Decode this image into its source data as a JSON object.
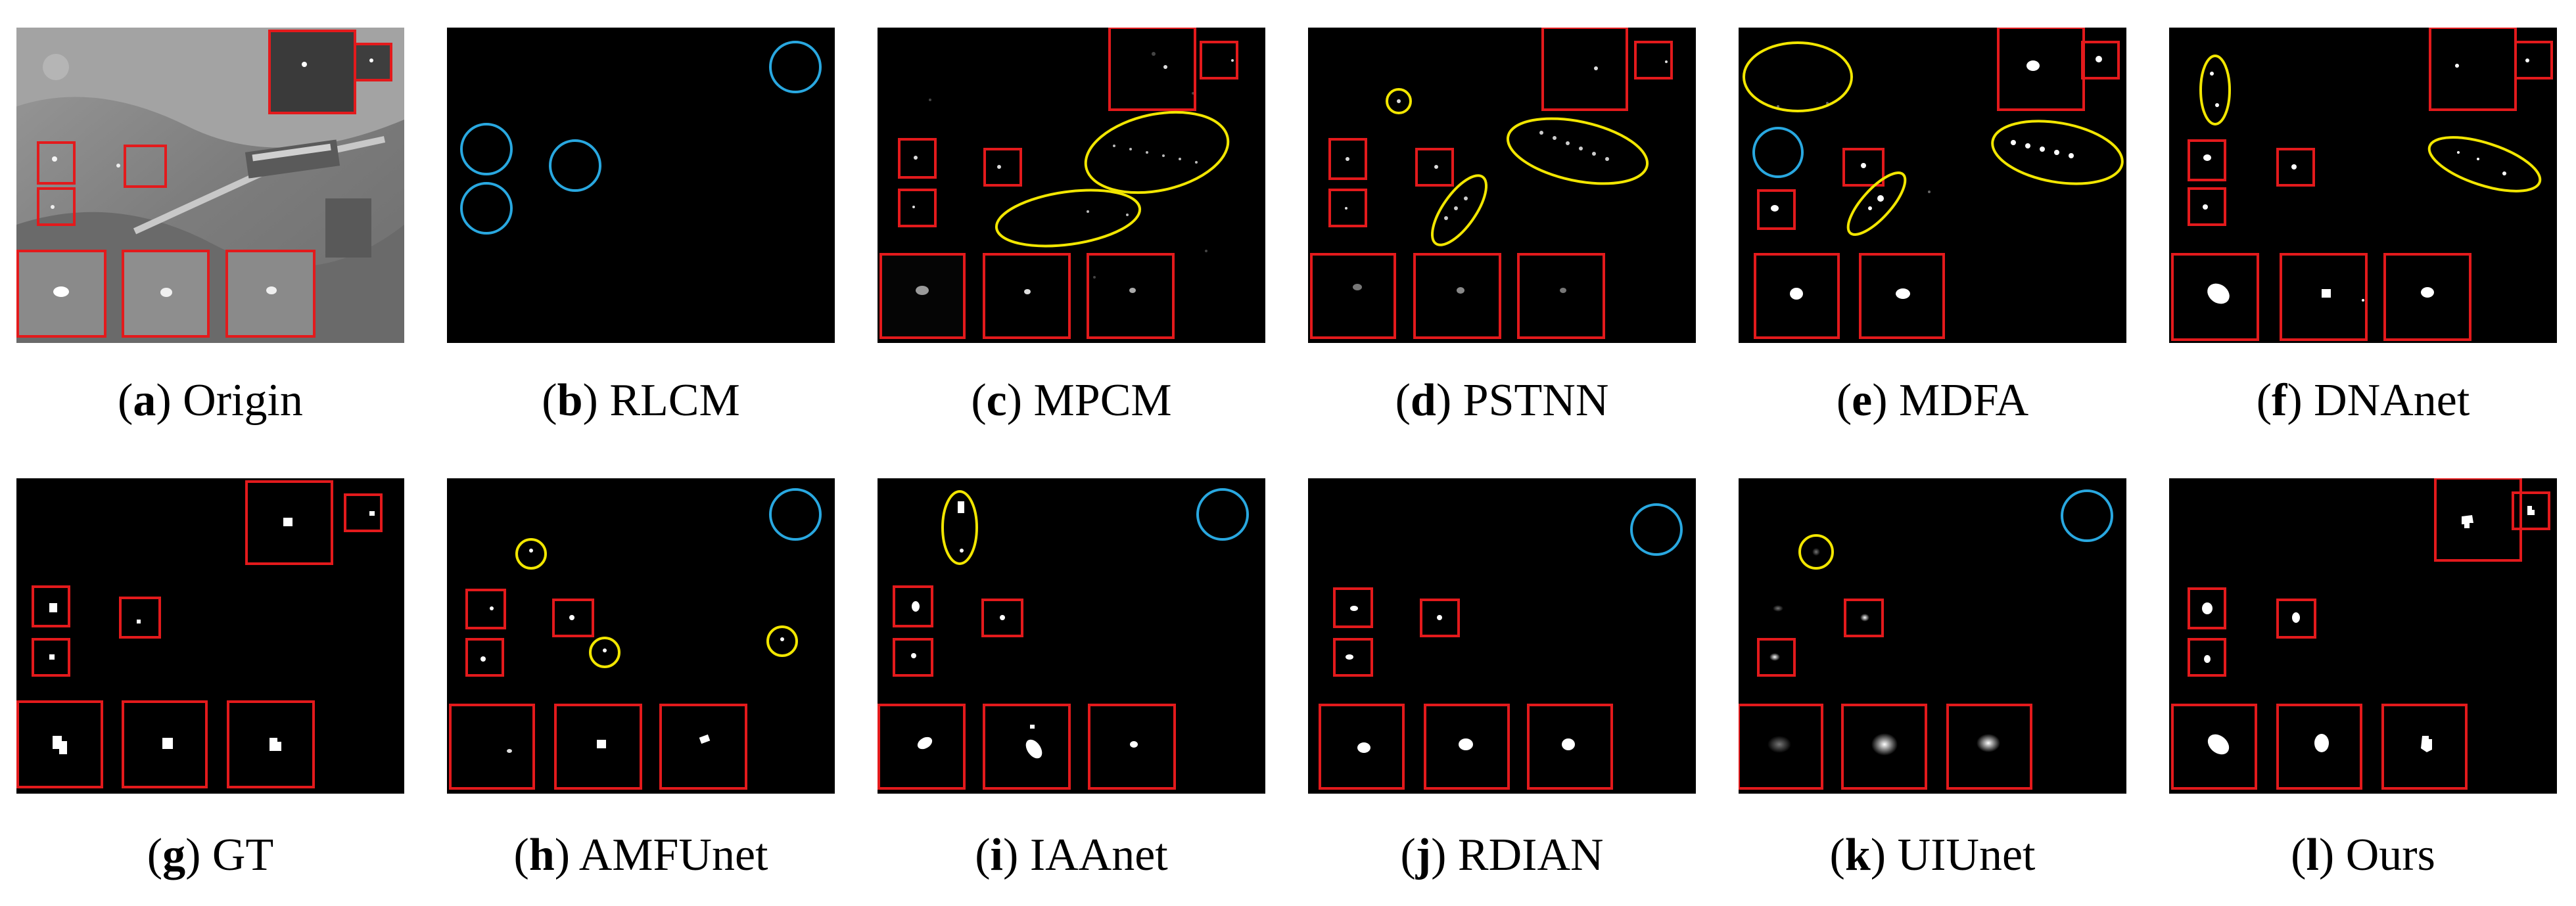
{
  "figure": {
    "panels": [
      {
        "letter": "a",
        "name": "Origin"
      },
      {
        "letter": "b",
        "name": "RLCM"
      },
      {
        "letter": "c",
        "name": "MPCM"
      },
      {
        "letter": "d",
        "name": "PSTNN"
      },
      {
        "letter": "e",
        "name": "MDFA"
      },
      {
        "letter": "f",
        "name": "DNAnet"
      },
      {
        "letter": "g",
        "name": "GT"
      },
      {
        "letter": "h",
        "name": "AMFUnet"
      },
      {
        "letter": "i",
        "name": "IAAnet"
      },
      {
        "letter": "j",
        "name": "RDIAN"
      },
      {
        "letter": "k",
        "name": "UIUnet"
      },
      {
        "letter": "l",
        "name": "Ours"
      }
    ]
  },
  "colors": {
    "target_box": "#e31a1c",
    "false_alarm_circle": "#f2e600",
    "missed_detection_circle": "#29a8e0",
    "background": "#000000"
  }
}
